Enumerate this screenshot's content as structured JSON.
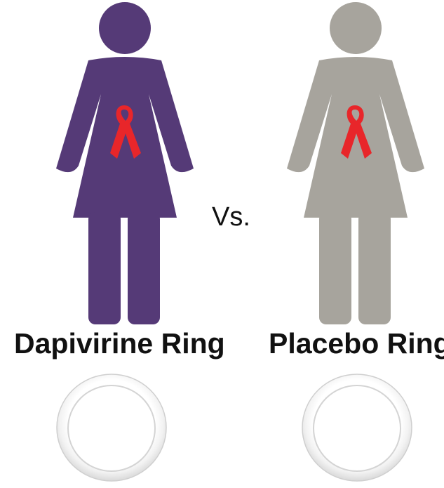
{
  "left": {
    "label": "Dapivirine Ring",
    "body_color": "#553a77",
    "figure_icon": "woman-figure-icon",
    "ring_icon": "vaginal-ring-icon"
  },
  "right": {
    "label": "Placebo Ring",
    "body_color": "#a7a49d",
    "figure_icon": "woman-figure-icon",
    "ring_icon": "vaginal-ring-icon"
  },
  "vs_text": "Vs.",
  "ribbon_color": "#e8262a",
  "ribbon_icon": "awareness-ribbon-icon"
}
